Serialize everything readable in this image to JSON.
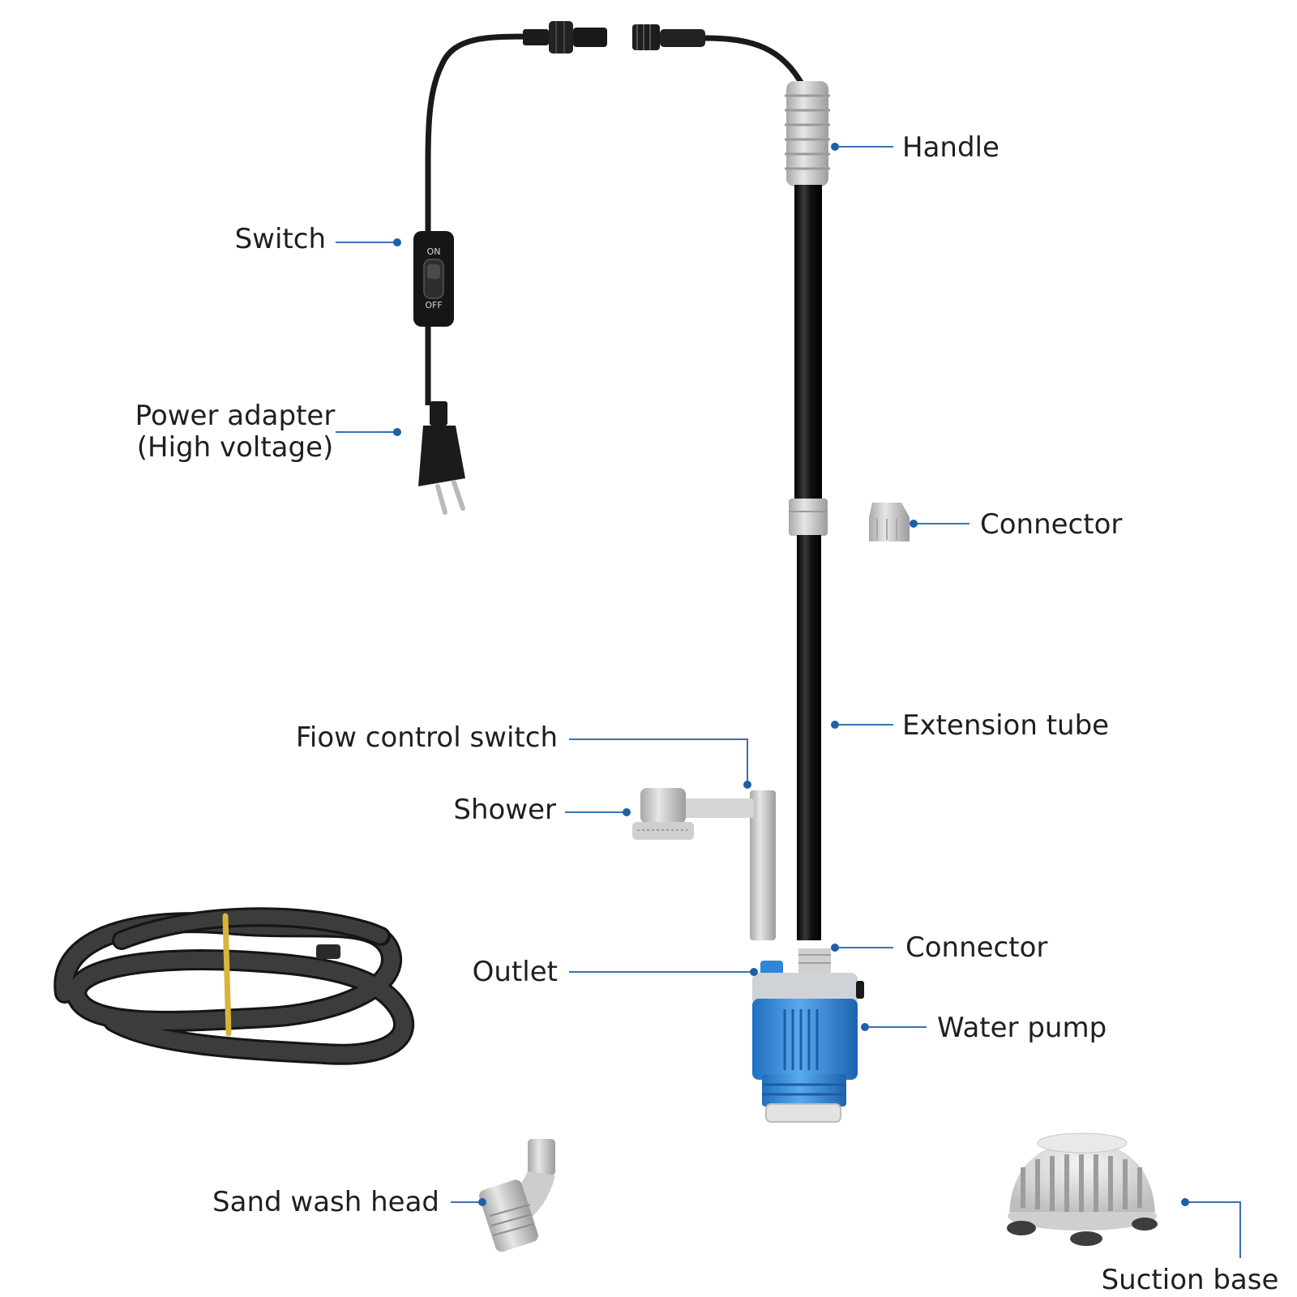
{
  "labels": {
    "handle": "Handle",
    "switch": "Switch",
    "switch_on": "ON",
    "switch_off": "OFF",
    "power_adapter_line1": "Power adapter",
    "power_adapter_line2": "(High voltage)",
    "connector_top": "Connector",
    "extension_tube": "Extension tube",
    "flow_control_switch": "Fiow control switch",
    "shower": "Shower",
    "connector_bottom": "Connector",
    "outlet": "Outlet",
    "water_pump": "Water pump",
    "sand_wash_head": "Sand wash head",
    "suction_base": "Suction base"
  },
  "colors": {
    "leader": "#1f5fa8",
    "pump_blue": "#3a8fd8",
    "tube_black": "#141414",
    "plastic_grey": "#d3d3d3"
  }
}
